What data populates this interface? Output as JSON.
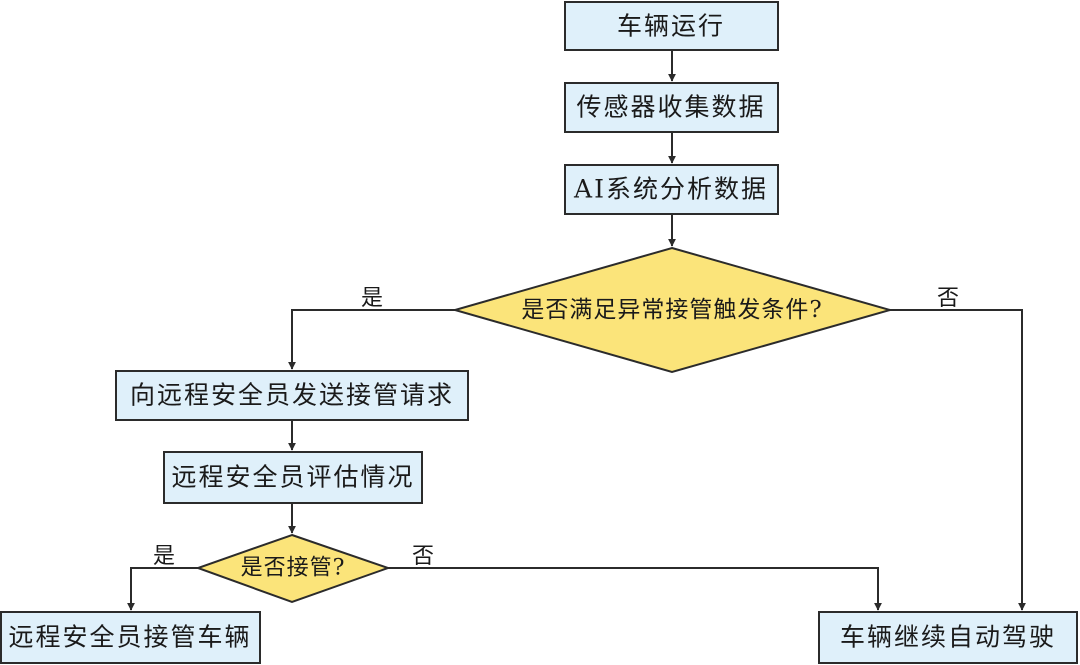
{
  "diagram": {
    "nodes": {
      "vehicle_running": "车辆运行",
      "sensor_collect": "传感器收集数据",
      "ai_analyze": "AI系统分析数据",
      "decision_takeover_trigger": "是否满足异常接管触发条件?",
      "send_takeover_request": "向远程安全员发送接管请求",
      "evaluate_situation": "远程安全员评估情况",
      "decision_take_over": "是否接管?",
      "remote_take_over": "远程安全员接管车辆",
      "continue_autonomous": "车辆继续自动驾驶"
    },
    "edge_labels": {
      "trigger_yes": "是",
      "trigger_no": "否",
      "takeover_yes": "是",
      "takeover_no": "否"
    },
    "colors": {
      "box_fill": "#dff0fa",
      "diamond_fill": "#fbe47a",
      "stroke": "#2b2b2b"
    }
  }
}
